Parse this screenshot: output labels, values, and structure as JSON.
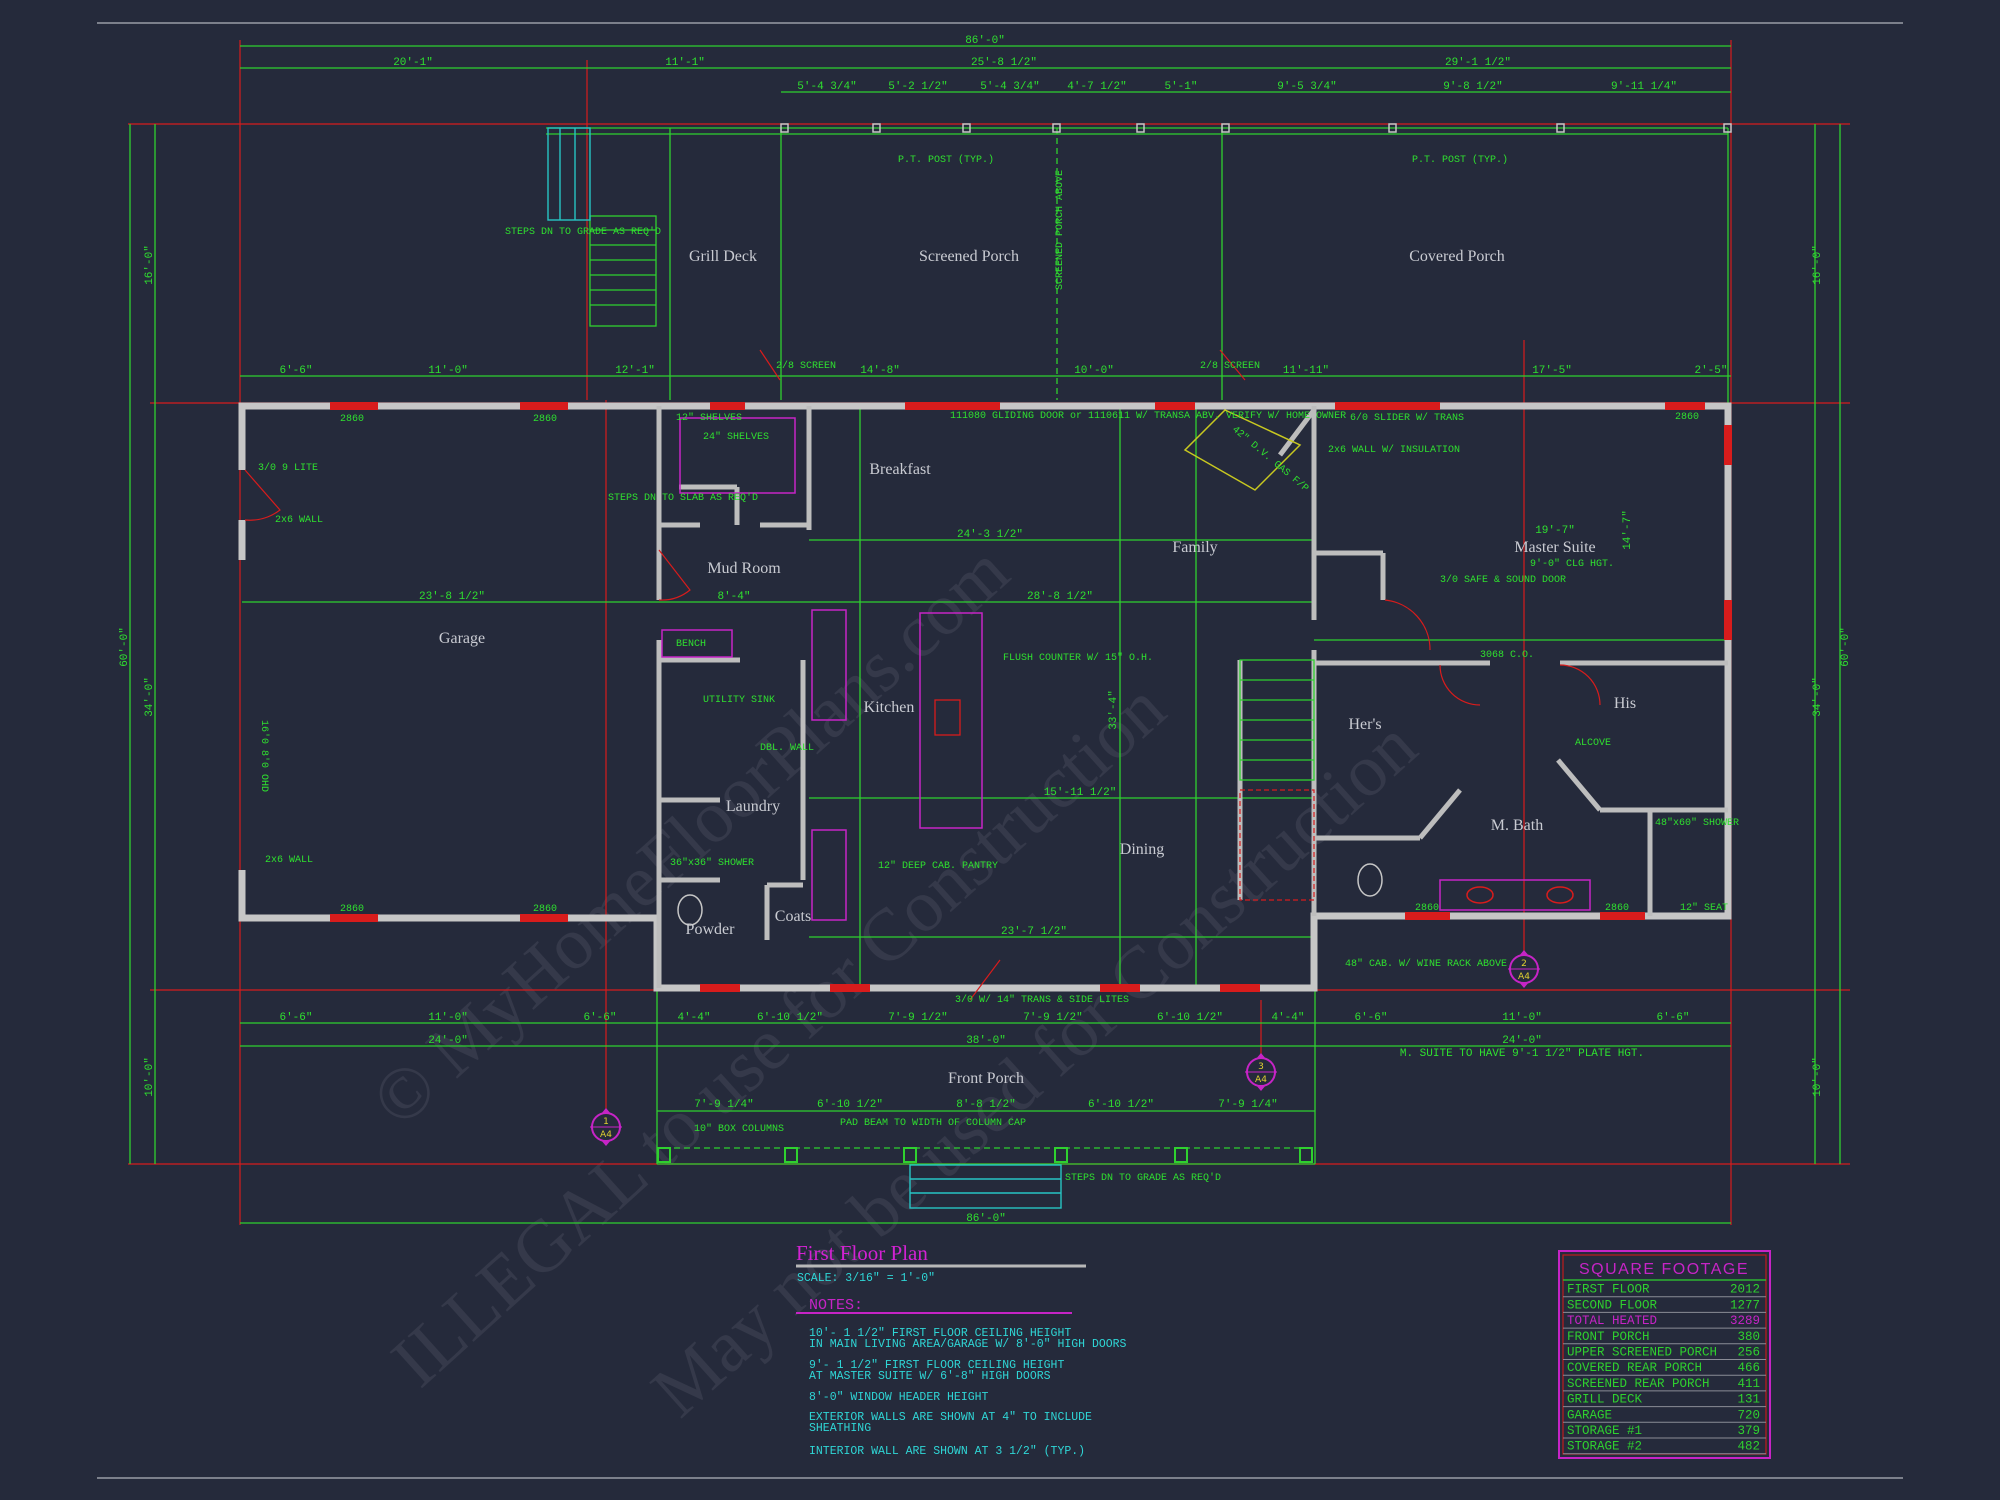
{
  "colors": {
    "background": "#252a3b",
    "dimension": "#2fe02f",
    "wall": "#c6c6c6",
    "grid_red": "#d81c1c",
    "accent_magenta": "#d222d2",
    "notes_cyan": "#2fd6d6"
  },
  "watermark": [
    "© MyHomeFloorPlans.com",
    "ILLEGAL to use for Construction",
    "May not be used for Construction"
  ],
  "rooms": {
    "grill_deck": "Grill Deck",
    "screened_porch": "Screened Porch",
    "covered_porch": "Covered Porch",
    "breakfast": "Breakfast",
    "family": "Family",
    "master_suite": "Master Suite",
    "mud_room": "Mud Room",
    "garage": "Garage",
    "kitchen": "Kitchen",
    "his": "His",
    "hers": "Her's",
    "laundry": "Laundry",
    "m_bath": "M. Bath",
    "dining": "Dining",
    "powder": "Powder",
    "coats": "Coats",
    "front_porch": "Front Porch"
  },
  "dims_top": {
    "overall": "86'-0\"",
    "row2": [
      "20'-1\"",
      "11'-1\"",
      "25'-8 1/2\"",
      "29'-1 1/2\""
    ],
    "row3": [
      "5'-4 3/4\"",
      "5'-2 1/2\"",
      "5'-4 3/4\"",
      "4'-7 1/2\"",
      "5'-1\"",
      "9'-5 3/4\"",
      "9'-8 1/2\"",
      "9'-11 1/4\""
    ],
    "porch_row": [
      "6'-6\"",
      "11'-0\"",
      "12'-1\"",
      "14'-8\"",
      "10'-0\"",
      "11'-11\"",
      "17'-5\"",
      "2'-5\""
    ]
  },
  "dims_bottom": {
    "row1": [
      "6'-6\"",
      "11'-0\"",
      "6'-6\"",
      "4'-4\"",
      "6'-10 1/2\"",
      "7'-9 1/2\"",
      "7'-9 1/2\"",
      "6'-10 1/2\"",
      "4'-4\"",
      "6'-6\"",
      "11'-0\"",
      "6'-6\""
    ],
    "row2": [
      "24'-0\"",
      "38'-0\"",
      "24'-0\""
    ],
    "porch": [
      "7'-9 1/4\"",
      "6'-10 1/2\"",
      "8'-8 1/2\"",
      "6'-10 1/2\"",
      "7'-9 1/4\""
    ],
    "overall": "86'-0\"",
    "m_suite_note": "M. SUITE TO HAVE 9'-1 1/2\" PLATE HGT."
  },
  "dims_side": {
    "overall": "60'-0\"",
    "upper": "16'-0\"",
    "middle": "34'-0\"",
    "lower": "10'-0\""
  },
  "interior_dims": {
    "garage_width": "23'-8 1/2\"",
    "mud_width": "8'-4\"",
    "kitchen_width": "28'-8 1/2\"",
    "family_row": "24'-3 1/2\"",
    "dining_width": "15'-11 1/2\"",
    "front_width": "23'-7 1/2\"",
    "master_width": "19'-7\"",
    "master_depth": "14'-7\"",
    "family_depth": "33'-4\""
  },
  "annotations": {
    "steps_rear": "STEPS DN TO GRADE AS REQ'D",
    "pt_post": "P.T. POST (TYP.)",
    "screen_door": "2/8 SCREEN",
    "screened_above": "SCREENED PORCH ABOVE",
    "garage_door": "3/0 9 LITE",
    "wall_2x6": "2x6 WALL",
    "garage_ohd": "16'0 8'0 OHD",
    "shelves12": "12\" SHELVES",
    "shelves24": "24\" SHELVES",
    "steps_slab": "STEPS DN TO SLAB AS REQ'D",
    "bench": "BENCH",
    "utility_sink": "UTILITY SINK",
    "shower36": "36\"x36\" SHOWER",
    "dbl_wall": "DBL. WALL",
    "sliding_door": "111080 GLIDING DOOR or 1110611 W/ TRANSA ABV. VERIFY W/ HOME OWNER",
    "fireplace": "42\" D.V. GAS F/P",
    "slider": "6/0 SLIDER W/ TRANS",
    "insulation": "2x6 WALL W/ INSULATION",
    "flush_counter": "FLUSH COUNTER W/ 15\" O.H.",
    "pantry": "12\" DEEP CAB. PANTRY",
    "entry_door": "3/0 W/ 14\" TRANS & SIDE LITES",
    "safe_door": "3/0 SAFE & SOUND DOOR",
    "master_clg": "9'-0\" CLG HGT.",
    "closet_co": "3068 C.O.",
    "shower48": "48\"x60\" SHOWER",
    "wine_rack": "48\" CAB. W/ WINE RACK ABOVE",
    "box_columns": "10\" BOX COLUMNS",
    "pad_beam": "PAD BEAM TO WIDTH OF COLUMN CAP",
    "steps_front": "STEPS DN TO GRADE AS REQ'D",
    "window": "2860",
    "seat": "12\" SEAT",
    "alcove": "ALCOVE"
  },
  "section_markers": [
    {
      "num": "1",
      "sheet": "A4"
    },
    {
      "num": "2",
      "sheet": "A4"
    },
    {
      "num": "3",
      "sheet": "A4"
    }
  ],
  "title_block": {
    "title": "First Floor Plan",
    "scale": "SCALE:  3/16\" = 1'-0\"",
    "notes_heading": "NOTES:",
    "notes": [
      [
        "10'- 1 1/2\" FIRST FLOOR CEILING HEIGHT",
        "IN MAIN LIVING AREA/GARAGE W/ 8'-0\" HIGH DOORS"
      ],
      [
        "9'- 1 1/2\" FIRST FLOOR CEILING HEIGHT",
        "AT MASTER SUITE W/ 6'-8\" HIGH DOORS"
      ],
      [
        "8'-0\" WINDOW HEADER HEIGHT"
      ],
      [
        "EXTERIOR WALLS ARE SHOWN AT 4\" TO INCLUDE",
        "SHEATHING"
      ],
      [
        "INTERIOR WALL ARE SHOWN AT 3 1/2\" (TYP.)"
      ]
    ]
  },
  "square_footage": {
    "heading": "SQUARE FOOTAGE",
    "rows": [
      {
        "label": "FIRST FLOOR",
        "value": "2012"
      },
      {
        "label": "SECOND FLOOR",
        "value": "1277"
      },
      {
        "label": "TOTAL HEATED",
        "value": "3289",
        "highlight": true
      },
      {
        "label": "FRONT PORCH",
        "value": "380"
      },
      {
        "label": "UPPER SCREENED PORCH",
        "value": "256"
      },
      {
        "label": "COVERED REAR PORCH",
        "value": "466"
      },
      {
        "label": "SCREENED REAR PORCH",
        "value": "411"
      },
      {
        "label": "GRILL DECK",
        "value": "131"
      },
      {
        "label": "GARAGE",
        "value": "720"
      },
      {
        "label": "STORAGE #1",
        "value": "379"
      },
      {
        "label": "STORAGE #2",
        "value": "482"
      }
    ]
  }
}
